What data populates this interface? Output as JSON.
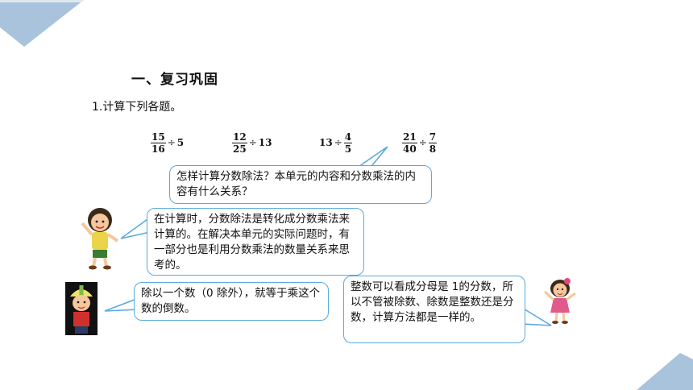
{
  "section_title": "一、复习巩固",
  "question": "1.计算下列各题。",
  "expressions": [
    {
      "left_num": "15",
      "left_den": "16",
      "op": "÷",
      "right": "5"
    },
    {
      "left_num": "12",
      "left_den": "25",
      "op": "÷",
      "right": "13"
    },
    {
      "left": "13",
      "op": "÷",
      "right_num": "4",
      "right_den": "5"
    },
    {
      "left_num": "21",
      "left_den": "40",
      "op": "÷",
      "right_num": "7",
      "right_den": "8"
    }
  ],
  "bubbles": {
    "question_bubble": "怎样计算分数除法？本单元的内容和分数乘法的内容有什么关系？",
    "boy_bubble": "在计算时，分数除法是转化成分数乘法来计算的。在解决本单元的实际问题时，有一部分也是利用分数乘法的数量关系来思考的。",
    "cap_boy_bubble": "除以一个数（0 除外），就等于乘这个数的倒数。",
    "girl_bubble": "整数可以看成分母是 1的分数，所以不管被除数、除数是整数还是分数，计算方法都是一样的。"
  },
  "colors": {
    "accent": "#5aa9df",
    "corner": "#a9c3dc"
  }
}
